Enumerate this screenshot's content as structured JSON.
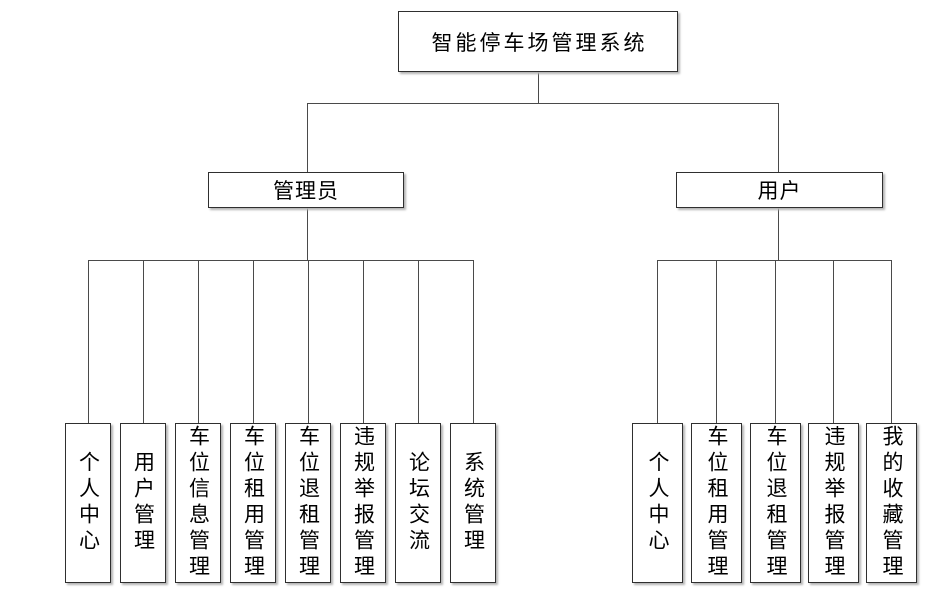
{
  "diagram": {
    "root": {
      "label": "智能停车场管理系统"
    },
    "branches": [
      {
        "label": "管理员",
        "children": [
          "个人中心",
          "用户管理",
          "车位信息管理",
          "车位租用管理",
          "车位退租管理",
          "违规举报管理",
          "论坛交流",
          "系统管理"
        ]
      },
      {
        "label": "用户",
        "children": [
          "个人中心",
          "车位租用管理",
          "车位退租管理",
          "违规举报管理",
          "我的收藏管理"
        ]
      }
    ],
    "colors": {
      "box_border": "#2f2f2f",
      "box_shadow": "#b4b4b4",
      "connector": "#4a4a4a",
      "background": "#ffffff",
      "text": "#000000"
    }
  }
}
